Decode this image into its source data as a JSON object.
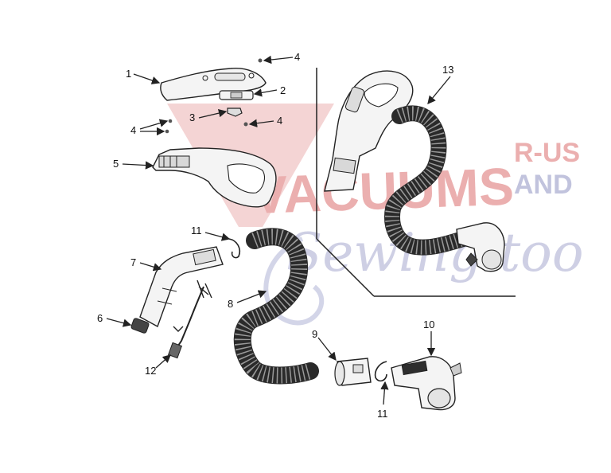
{
  "callouts": [
    {
      "id": "p1",
      "label": "1"
    },
    {
      "id": "p2",
      "label": "2"
    },
    {
      "id": "p3",
      "label": "3"
    },
    {
      "id": "p4a",
      "label": "4"
    },
    {
      "id": "p4b",
      "label": "4"
    },
    {
      "id": "p4c",
      "label": "4"
    },
    {
      "id": "p5",
      "label": "5"
    },
    {
      "id": "p6",
      "label": "6"
    },
    {
      "id": "p7",
      "label": "7"
    },
    {
      "id": "p8",
      "label": "8"
    },
    {
      "id": "p9",
      "label": "9"
    },
    {
      "id": "p10",
      "label": "10"
    },
    {
      "id": "p11a",
      "label": "11"
    },
    {
      "id": "p11b",
      "label": "11"
    },
    {
      "id": "p12",
      "label": "12"
    },
    {
      "id": "p13",
      "label": "13"
    }
  ],
  "watermark": {
    "main": "VACUUMS",
    "right_top": "R-US",
    "right_bottom": "AND",
    "script": "Sewing too",
    "color_red": "#e8a2a2",
    "color_blue": "#b7b9d8"
  },
  "colors": {
    "line": "#222222",
    "hose": "#333333",
    "part_fill": "#f4f4f4"
  }
}
